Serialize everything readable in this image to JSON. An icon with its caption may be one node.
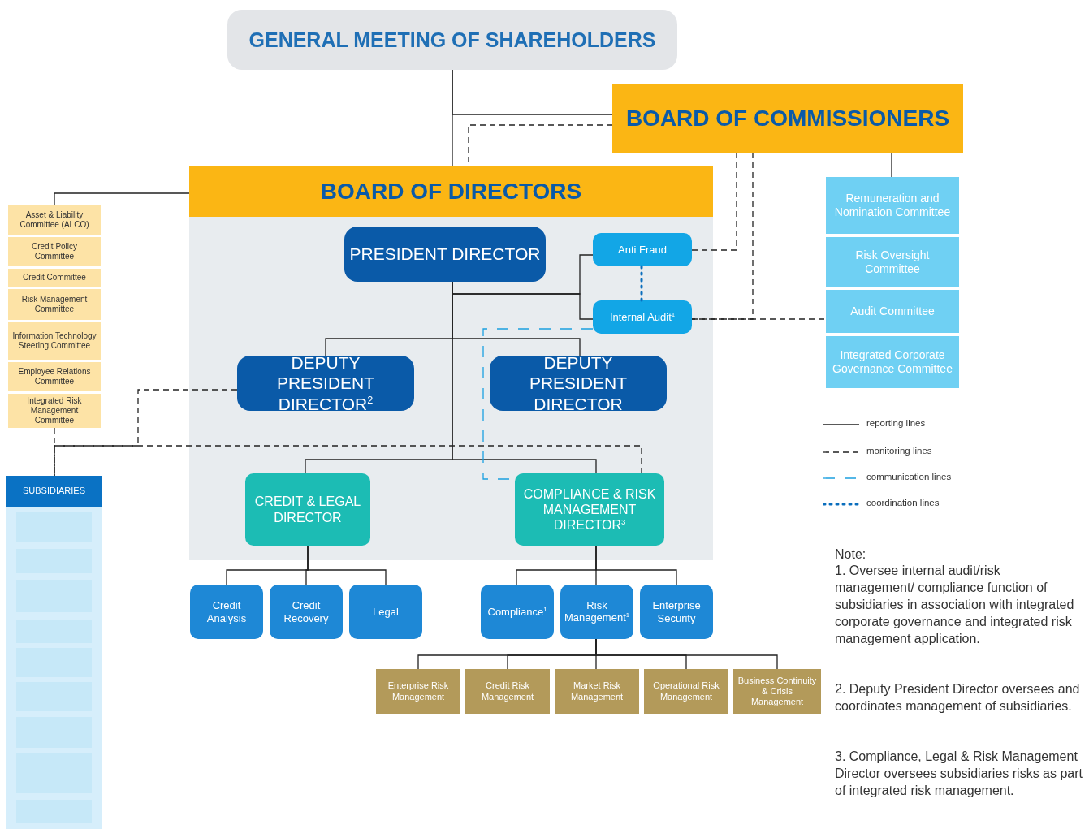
{
  "diagram": {
    "nodes": [
      {
        "text": [
          "GENERAL MEETING OF SHAREHOLDERS"
        ]
      },
      {
        "text": [
          "BOARD OF COMMISSIONERS"
        ]
      },
      {
        "text": [
          "BOARD OF DIRECTORS"
        ]
      },
      {
        "text": [
          "PRESIDENT DIRECTOR"
        ],
        "in": 2
      },
      {
        "text": [
          "Anti Fraud"
        ],
        "in": 2
      },
      {
        "text": [
          "Internal Audit$^{1}$"
        ],
        "in": 2
      },
      {
        "text": [
          "DEPUTY PRESIDENT DIRECTOR$^{2}$"
        ],
        "in": 2
      },
      {
        "text": [
          "DEPUTY PRESIDENT DIRECTOR"
        ],
        "in": 2
      },
      {
        "text": [
          "CREDIT & LEGAL DIRECTOR"
        ],
        "in": 2
      },
      {
        "text": [
          "COMPLIANCE & RISK MANAGEMENT DIRECTOR$^{3}$"
        ],
        "in": 2
      },
      {
        "text": [
          "Credit Analysis"
        ]
      },
      {
        "text": [
          "Credit Recovery"
        ]
      },
      {
        "text": [
          "Legal"
        ]
      },
      {
        "text": [
          "Compliance$^{1}$"
        ]
      },
      {
        "text": [
          "Risk Management$^{1}$"
        ]
      },
      {
        "text": [
          "Enterprise Security"
        ]
      },
      {
        "text": [
          "Enterprise Risk Management"
        ]
      },
      {
        "text": [
          "Credit Risk Management"
        ]
      },
      {
        "text": [
          "Market Risk Management"
        ]
      },
      {
        "text": [
          "Operational Risk Management"
        ]
      },
      {
        "text": [
          "Business Continuity & Crisis Management"
        ]
      },
      {
        "text": [
          "Asset & Liability Committee (ALCO)"
        ]
      },
      {
        "text": [
          "Credit Policy Committee"
        ]
      },
      {
        "text": [
          "Credit Committee"
        ]
      },
      {
        "text": [
          "Risk Management Committee"
        ]
      },
      {
        "text": [
          "Information Technology Steering Committee"
        ]
      },
      {
        "text": [
          "Employee Relations Committee"
        ]
      },
      {
        "text": [
          "Integrated Risk Management Committee"
        ]
      },
      {
        "text": [
          "Remuneration and Nomination Committee"
        ]
      },
      {
        "text": [
          "Risk Oversight Committee"
        ]
      },
      {
        "text": [
          "Audit Committee"
        ]
      },
      {
        "text": [
          "Integrated Corporate Governance Committee"
        ]
      },
      {
        "text": [
          "SUBSIDIARIES"
        ]
      },
      {
        "text": [],
        "shape": "box",
        "in": 32
      },
      {
        "text": [],
        "shape": "box",
        "in": 32
      },
      {
        "text": [],
        "shape": "box",
        "in": 32
      },
      {
        "text": [],
        "shape": "box",
        "in": 32
      },
      {
        "text": [],
        "shape": "box",
        "in": 32
      },
      {
        "text": [],
        "shape": "box",
        "in": 32
      },
      {
        "text": [],
        "shape": "box",
        "in": 32
      },
      {
        "text": [],
        "shape": "box",
        "in": 32
      },
      {
        "text": [],
        "shape": "box",
        "in": 32
      }
    ],
    "edges": [
      {
        "from": 0,
        "to": 2,
        "arrow": "none"
      },
      {
        "from": 0,
        "to": 1,
        "arrow": "none"
      },
      {
        "from": 1,
        "to": 2,
        "arrow": "none",
        "style": "dashed"
      },
      {
        "from": 1,
        "to": 28,
        "arrow": "none"
      },
      {
        "from": 1,
        "to": 4,
        "arrow": "none",
        "style": "dashed"
      },
      {
        "from": 1,
        "to": 5,
        "arrow": "none",
        "style": "dashed"
      },
      {
        "from": 5,
        "to": 30,
        "arrow": "none",
        "style": "dashed"
      },
      {
        "from": 2,
        "to": 21,
        "arrow": "none"
      },
      {
        "from": 3,
        "to": 4,
        "arrow": "none"
      },
      {
        "from": 3,
        "to": 5,
        "arrow": "none"
      },
      {
        "from": 4,
        "to": 5,
        "arrow": "none",
        "style": "dashed",
        "color": "#0a6ebd"
      },
      {
        "from": 3,
        "to": 6,
        "arrow": "none"
      },
      {
        "from": 3,
        "to": 7,
        "arrow": "none"
      },
      {
        "from": 3,
        "to": 8,
        "arrow": "none"
      },
      {
        "from": 3,
        "to": 9,
        "arrow": "none"
      },
      {
        "from": 5,
        "to": 9,
        "arrow": "none",
        "style": "dashed",
        "color": "#1ba0e0"
      },
      {
        "from": 8,
        "to": 10,
        "arrow": "none"
      },
      {
        "from": 8,
        "to": 11,
        "arrow": "none"
      },
      {
        "from": 8,
        "to": 12,
        "arrow": "none"
      },
      {
        "from": 9,
        "to": 13,
        "arrow": "none"
      },
      {
        "from": 9,
        "to": 14,
        "arrow": "none"
      },
      {
        "from": 9,
        "to": 15,
        "arrow": "none"
      },
      {
        "from": 14,
        "to": 16,
        "arrow": "none"
      },
      {
        "from": 14,
        "to": 17,
        "arrow": "none"
      },
      {
        "from": 14,
        "to": 18,
        "arrow": "none"
      },
      {
        "from": 14,
        "to": 19,
        "arrow": "none"
      },
      {
        "from": 14,
        "to": 20,
        "arrow": "none"
      },
      {
        "from": 6,
        "to": 32,
        "arrow": "none",
        "style": "dashed"
      },
      {
        "from": 9,
        "to": 32,
        "arrow": "none",
        "style": "dashed"
      },
      {
        "from": 27,
        "to": 32,
        "arrow": "none",
        "style": "dashed"
      }
    ],
    "labels": [
      "Note:",
      "1. Oversee internal audit/risk management/ compliance function of subsidiaries in association with integrated corporate governance and integrated risk management application.",
      "2. Deputy President Director oversees and coordinates management of subsidiaries.",
      "3. Compliance, Legal & Risk Management Director oversees subsidiaries risks as part of integrated risk management."
    ],
    "legend": [
      {
        "text": "reporting lines"
      },
      {
        "text": "monitoring lines"
      },
      {
        "text": "communication lines"
      },
      {
        "text": "coordination lines"
      }
    ]
  }
}
